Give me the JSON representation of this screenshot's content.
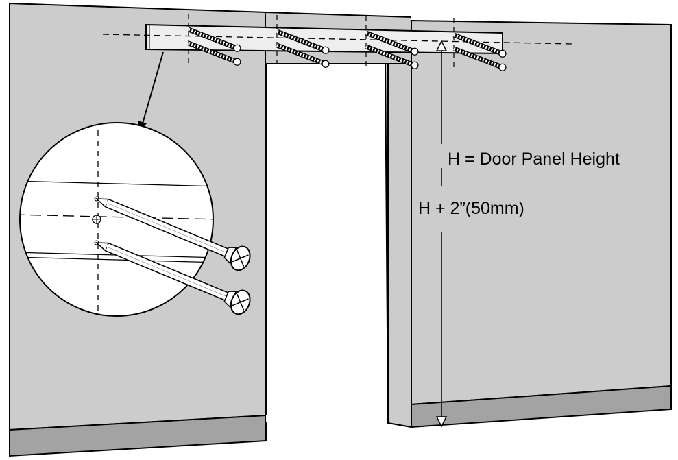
{
  "labels": {
    "door_panel_height": "H = Door Panel Height",
    "track_height": "H + 2”(50mm)"
  },
  "colors": {
    "wall": "#cccccc",
    "baseboard": "#a3a3a3",
    "opening": "#ffffff",
    "track": "#eeeeee",
    "outline": "#000000"
  },
  "icons": {
    "screw": "screw-icon",
    "magnifier": "detail-magnifier-circle",
    "height_arrow": "dimension-arrow"
  }
}
